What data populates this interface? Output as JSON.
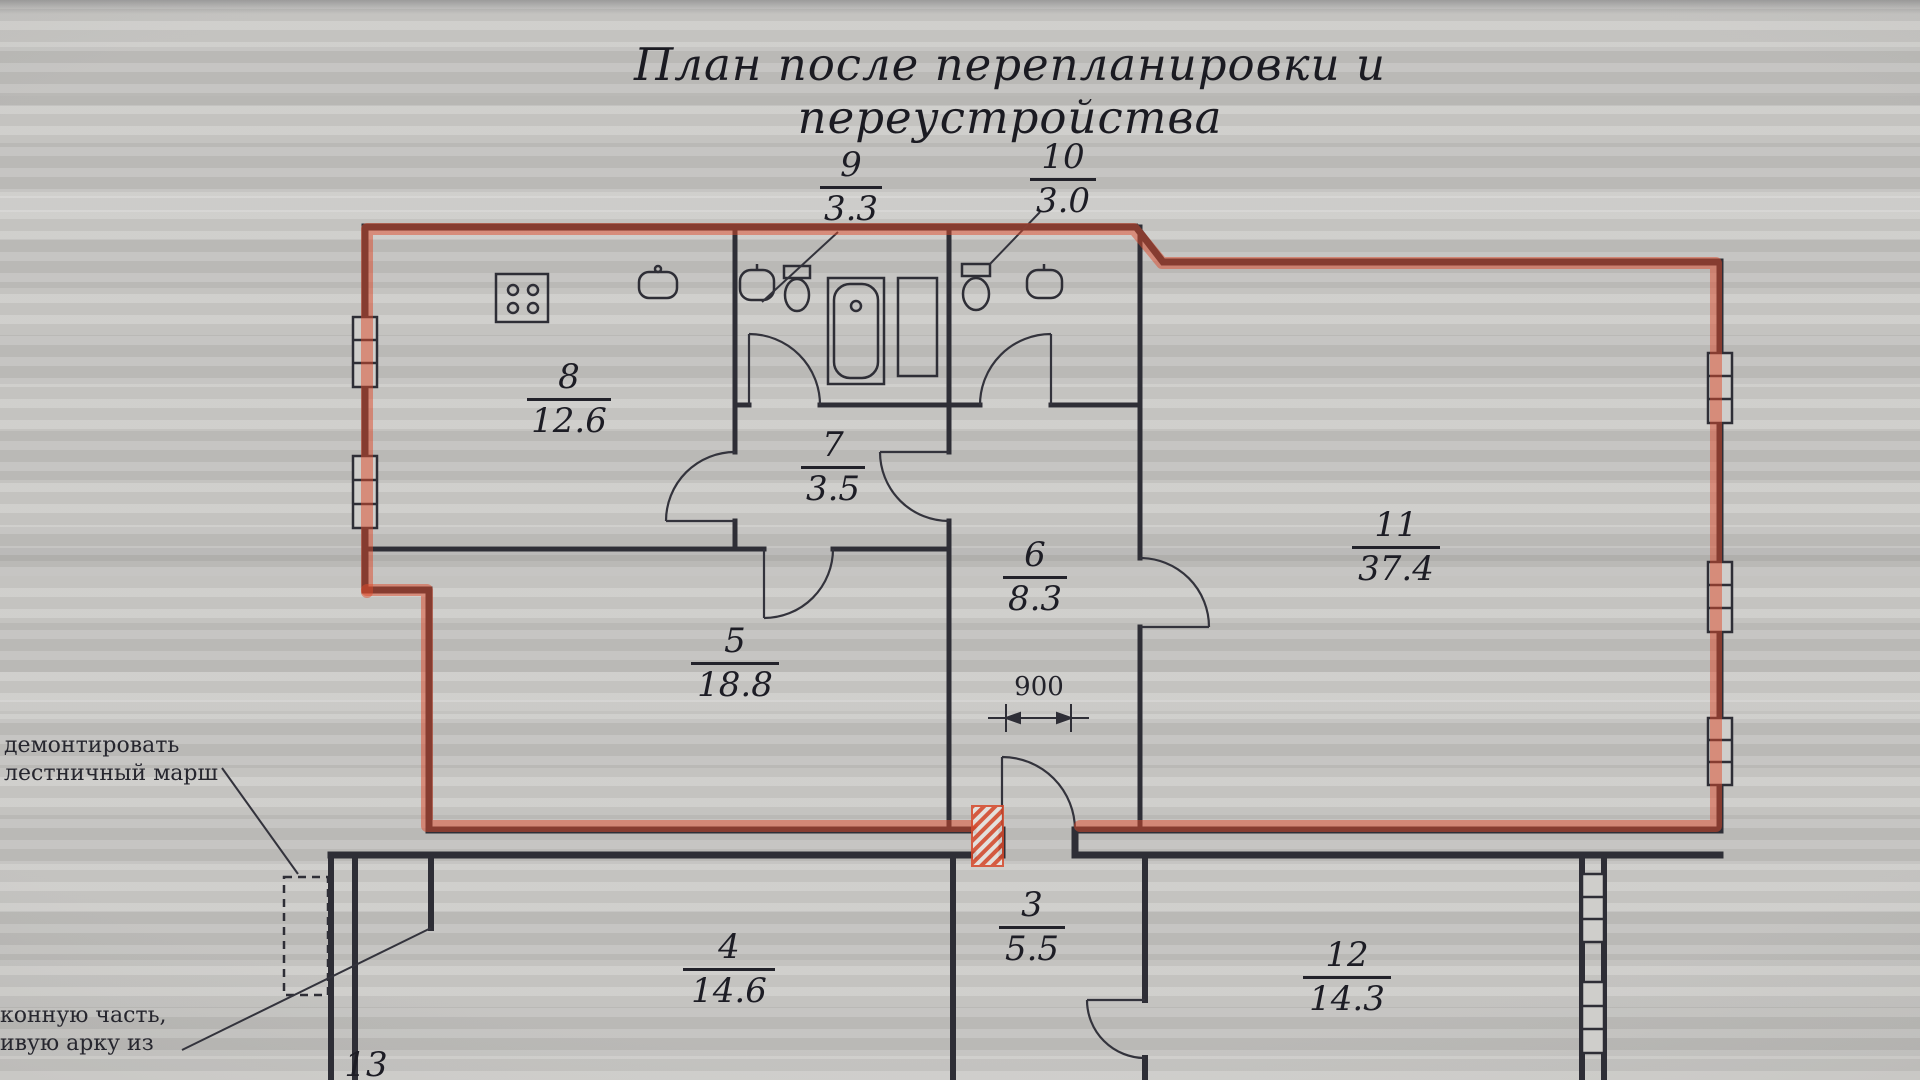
{
  "title": "План после перепланировки и переустройства",
  "rooms": [
    {
      "number": "9",
      "area": "3.3"
    },
    {
      "number": "10",
      "area": "3.0"
    },
    {
      "number": "8",
      "area": "12.6"
    },
    {
      "number": "7",
      "area": "3.5"
    },
    {
      "number": "6",
      "area": "8.3"
    },
    {
      "number": "5",
      "area": "18.8"
    },
    {
      "number": "11",
      "area": "37.4"
    },
    {
      "number": "4",
      "area": "14.6"
    },
    {
      "number": "3",
      "area": "5.5"
    },
    {
      "number": "12",
      "area": "14.3"
    },
    {
      "number": "13",
      "area": ""
    }
  ],
  "dimensions": {
    "entry_door_width": "900"
  },
  "annotations": {
    "demolish_l1": "демонтировать",
    "demolish_l2": "лестничный марш",
    "cut_l1": "конную часть,",
    "cut_l2": "ивую арку из"
  },
  "colors": {
    "marker_red": "#dd4a2a",
    "ink": "#2e2e36",
    "paper": "#c4c3c0"
  }
}
